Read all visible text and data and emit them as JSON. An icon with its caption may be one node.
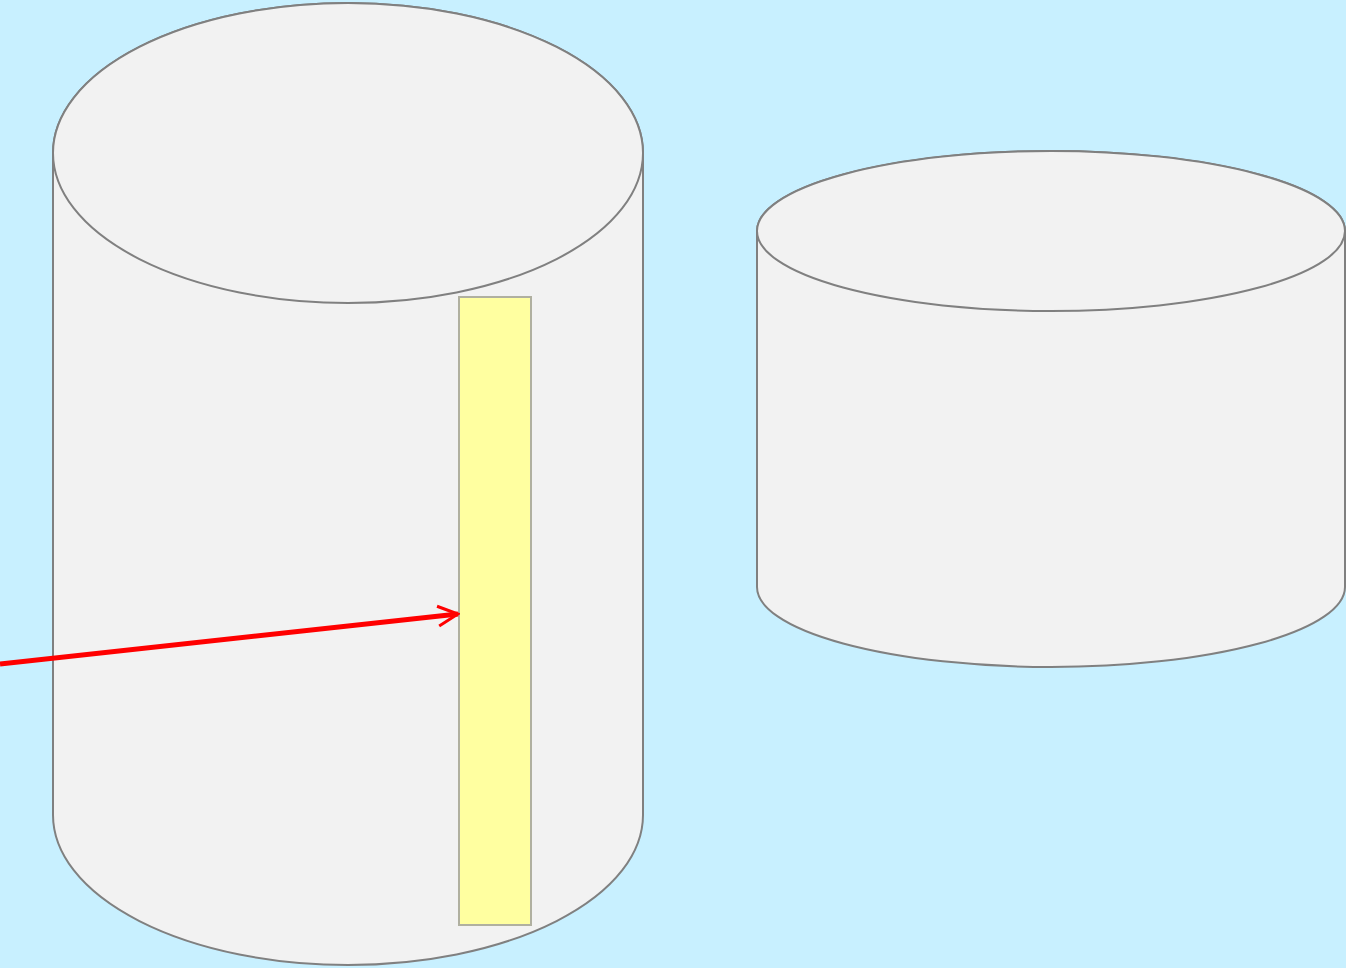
{
  "diagram": {
    "nodes": [
      {
        "text": [],
        "shape": "cylinder"
      },
      {
        "text": [],
        "shape": "bar",
        "in": 0
      },
      {
        "text": [],
        "shape": "cylinder"
      }
    ],
    "edges": [
      {
        "from": null,
        "to": 1,
        "arrow": "to",
        "color": "#ff0000"
      }
    ]
  }
}
